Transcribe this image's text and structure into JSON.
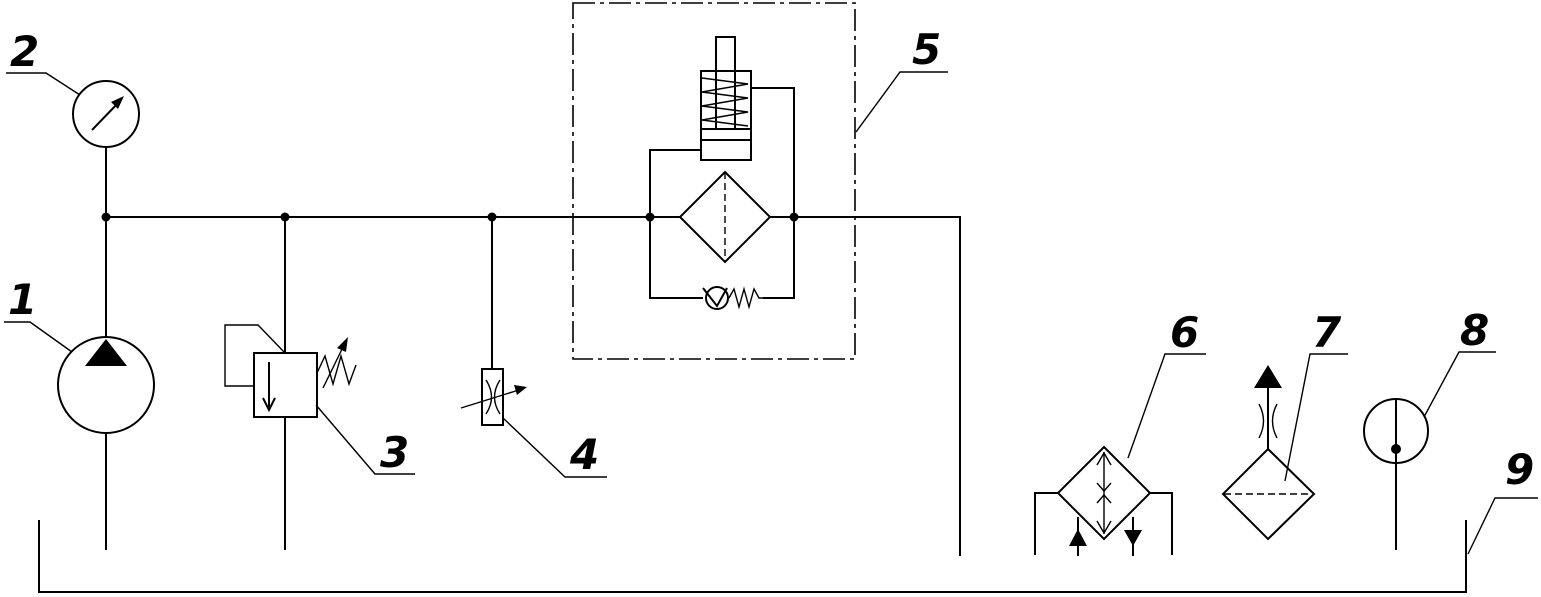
{
  "labels": {
    "pump": "1",
    "pressure_gauge": "2",
    "relief_valve": "3",
    "throttle": "4",
    "filter_unit": "5",
    "heat_exchanger": "6",
    "air_breather": "7",
    "level_indicator": "8",
    "tank": "9"
  }
}
